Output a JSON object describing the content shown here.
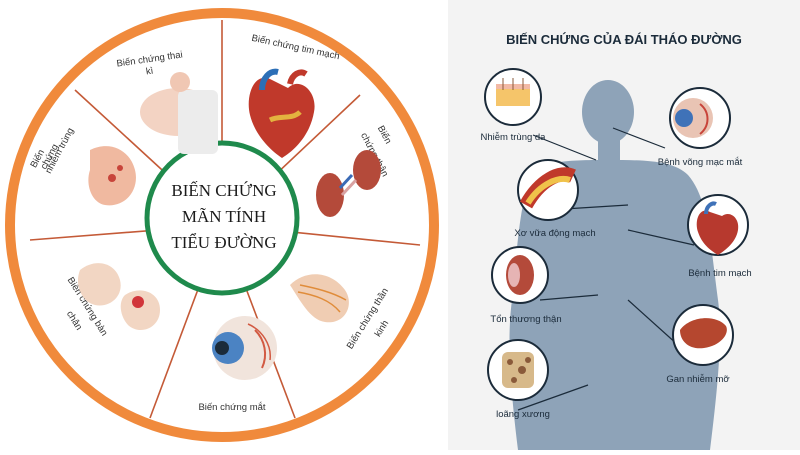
{
  "left_wheel": {
    "center_lines": [
      "BIẾN CHỨNG",
      "MÃN TÍNH",
      "TIỂU ĐƯỜNG"
    ],
    "segments": [
      {
        "id": "thai-ki",
        "lines": [
          "Biến chứng thai",
          "kì"
        ]
      },
      {
        "id": "tim-mach",
        "lines": [
          "Biến chứng tim mạch"
        ]
      },
      {
        "id": "than",
        "lines": [
          "Biến",
          "chứng thận"
        ]
      },
      {
        "id": "than-kinh",
        "lines": [
          "Biến chứng thần",
          "kinh"
        ]
      },
      {
        "id": "mat",
        "lines": [
          "Biến chứng mắt"
        ]
      },
      {
        "id": "ban-chan",
        "lines": [
          "Biến chứng bàn",
          "chân"
        ]
      },
      {
        "id": "nhiem-trung",
        "lines": [
          "Biến",
          "chứng",
          "nhiễm trùng"
        ]
      }
    ],
    "colors": {
      "ring": "#f08a3c",
      "center_ring": "#1f8a4c",
      "spokes": "#c0603a"
    }
  },
  "right_panel": {
    "title": "BIẾN CHỨNG CỦA ĐÁI THÁO ĐƯỜNG",
    "labels": {
      "nhiem_trung_da": "Nhiễm trùng da",
      "vong_mac": "Bệnh võng mạc mắt",
      "xo_vua": "Xơ vữa động mạch",
      "tim_mach": "Bệnh tim mạch",
      "ton_thuong_than": "Tổn thương thận",
      "gan": "Gan nhiễm mỡ",
      "loang_xuong": "loãng xương"
    },
    "colors": {
      "silhouette": "#8ea3b8",
      "circle_border": "#1b2b3a"
    }
  }
}
